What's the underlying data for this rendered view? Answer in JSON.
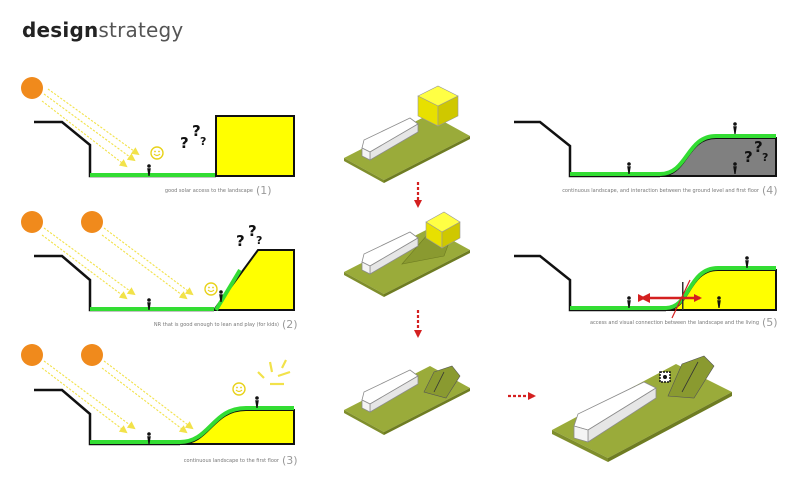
{
  "title": {
    "bold": "design",
    "light": "strategy"
  },
  "panels": [
    {
      "caption": "good solar access to the landscape",
      "number": "(1)"
    },
    {
      "caption": "NR that is good enough to lean and play (for kids)",
      "number": "(2)"
    },
    {
      "caption": "continuous landscape to the first floor",
      "number": "(3)"
    },
    {
      "caption": "continuous landscape, and interaction between the ground level and first floor",
      "number": "(4)"
    },
    {
      "caption": "access and visual connection between the landscape and the living",
      "number": "(5)"
    }
  ],
  "marks": {
    "question": "?"
  },
  "colors": {
    "sun": "#f08a1c",
    "grass": "#33dd33",
    "building": "#ffff00",
    "terrain": "#9aab3a",
    "arrow": "#d42020",
    "ray": "#f2e24a",
    "grey_mass": "#808080"
  }
}
